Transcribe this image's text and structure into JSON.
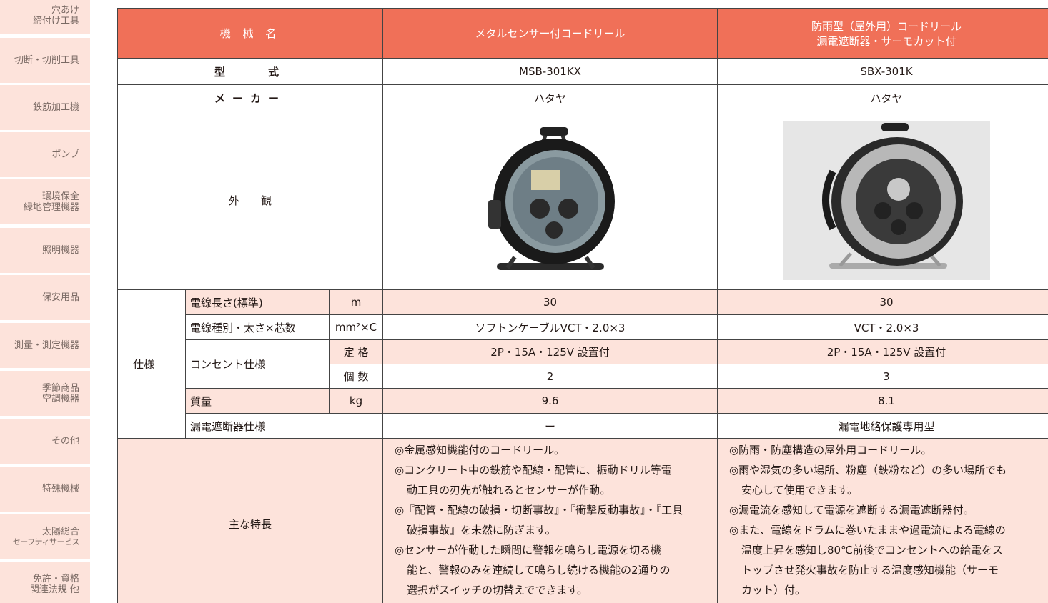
{
  "sidebar": {
    "items": [
      {
        "lines": [
          "穴あけ",
          "締付け工具"
        ]
      },
      {
        "lines": [
          "切断・切削工具"
        ]
      },
      {
        "lines": [
          "鉄筋加工機"
        ]
      },
      {
        "lines": [
          "ポンプ"
        ]
      },
      {
        "lines": [
          "環境保全",
          "緑地管理機器"
        ]
      },
      {
        "lines": [
          "照明機器"
        ]
      },
      {
        "lines": [
          "保安用品"
        ]
      },
      {
        "lines": [
          "測量・測定機器"
        ]
      },
      {
        "lines": [
          "季節商品",
          "空調機器"
        ]
      },
      {
        "lines": [
          "その他"
        ]
      },
      {
        "lines": [
          "特殊機械"
        ]
      },
      {
        "lines": [
          "太陽総合",
          "セーフティサービス"
        ]
      },
      {
        "lines": [
          "免許・資格",
          "関連法規 他"
        ]
      }
    ]
  },
  "table": {
    "header": {
      "label": "機 械 名",
      "product1": "メタルセンサー付コードリール",
      "product2_line1": "防雨型（屋外用）コードリール",
      "product2_line2": "漏電遮断器・サーモカット付"
    },
    "model": {
      "label": "型　　式",
      "product1": "MSB-301KX",
      "product2": "SBX-301K"
    },
    "maker": {
      "label": "メーカー",
      "product1": "ハタヤ",
      "product2": "ハタヤ"
    },
    "appearance": {
      "label": "外　　観"
    },
    "spec_group_label": "仕様",
    "specs": {
      "length": {
        "label": "電線長さ(標準)",
        "unit": "m",
        "product1": "30",
        "product2": "30"
      },
      "cable": {
        "label": "電線種別・太さ×芯数",
        "unit": "mm²×C",
        "product1": "ソフトンケーブルVCT・2.0×3",
        "product2": "VCT・2.0×3"
      },
      "outlet": {
        "label": "コンセント仕様",
        "rating": {
          "sub": "定 格",
          "product1": "2P・15A・125V 設置付",
          "product2": "2P・15A・125V 設置付"
        },
        "count": {
          "sub": "個 数",
          "product1": "2",
          "product2": "3"
        }
      },
      "mass": {
        "label": "質量",
        "unit": "kg",
        "product1": "9.6",
        "product2": "8.1"
      },
      "breaker": {
        "label": "漏電遮断器仕様",
        "product1": "ー",
        "product2": "漏電地絡保護専用型"
      }
    },
    "features": {
      "label": "主な特長",
      "product1": [
        {
          "text": "◎金属感知機能付のコードリール。",
          "indent": false
        },
        {
          "text": "◎コンクリート中の鉄筋や配線・配管に、振動ドリル等電",
          "indent": false
        },
        {
          "text": "動工具の刃先が触れるとセンサーが作動。",
          "indent": true
        },
        {
          "text": "◎『配管・配線の破損・切断事故』・『衝撃反動事故』・『工具",
          "indent": false
        },
        {
          "text": "破損事故』を未然に防ぎます。",
          "indent": true
        },
        {
          "text": "◎センサーが作動した瞬間に警報を鳴らし電源を切る機",
          "indent": false
        },
        {
          "text": "能と、警報のみを連続して鳴らし続ける機能の2通りの",
          "indent": true
        },
        {
          "text": "選択がスイッチの切替えでできます。",
          "indent": true
        }
      ],
      "product2": [
        {
          "text": "◎防雨・防塵構造の屋外用コードリール。",
          "indent": false
        },
        {
          "text": "◎雨や湿気の多い場所、粉塵（鉄粉など）の多い場所でも",
          "indent": false
        },
        {
          "text": "安心して使用できます。",
          "indent": true
        },
        {
          "text": "◎漏電流を感知して電源を遮断する漏電遮断器付。",
          "indent": false
        },
        {
          "text": "◎また、電線をドラムに巻いたままや過電流による電線の",
          "indent": false
        },
        {
          "text": "温度上昇を感知し80℃前後でコンセントへの給電をス",
          "indent": true
        },
        {
          "text": "トップさせ発火事故を防止する温度感知機能（サーモ",
          "indent": true
        },
        {
          "text": "カット）付。",
          "indent": true
        }
      ]
    }
  },
  "colors": {
    "header_bg": "#f07058",
    "pink_bg": "#fde3db",
    "sidebar_bg": "#fde3db"
  }
}
